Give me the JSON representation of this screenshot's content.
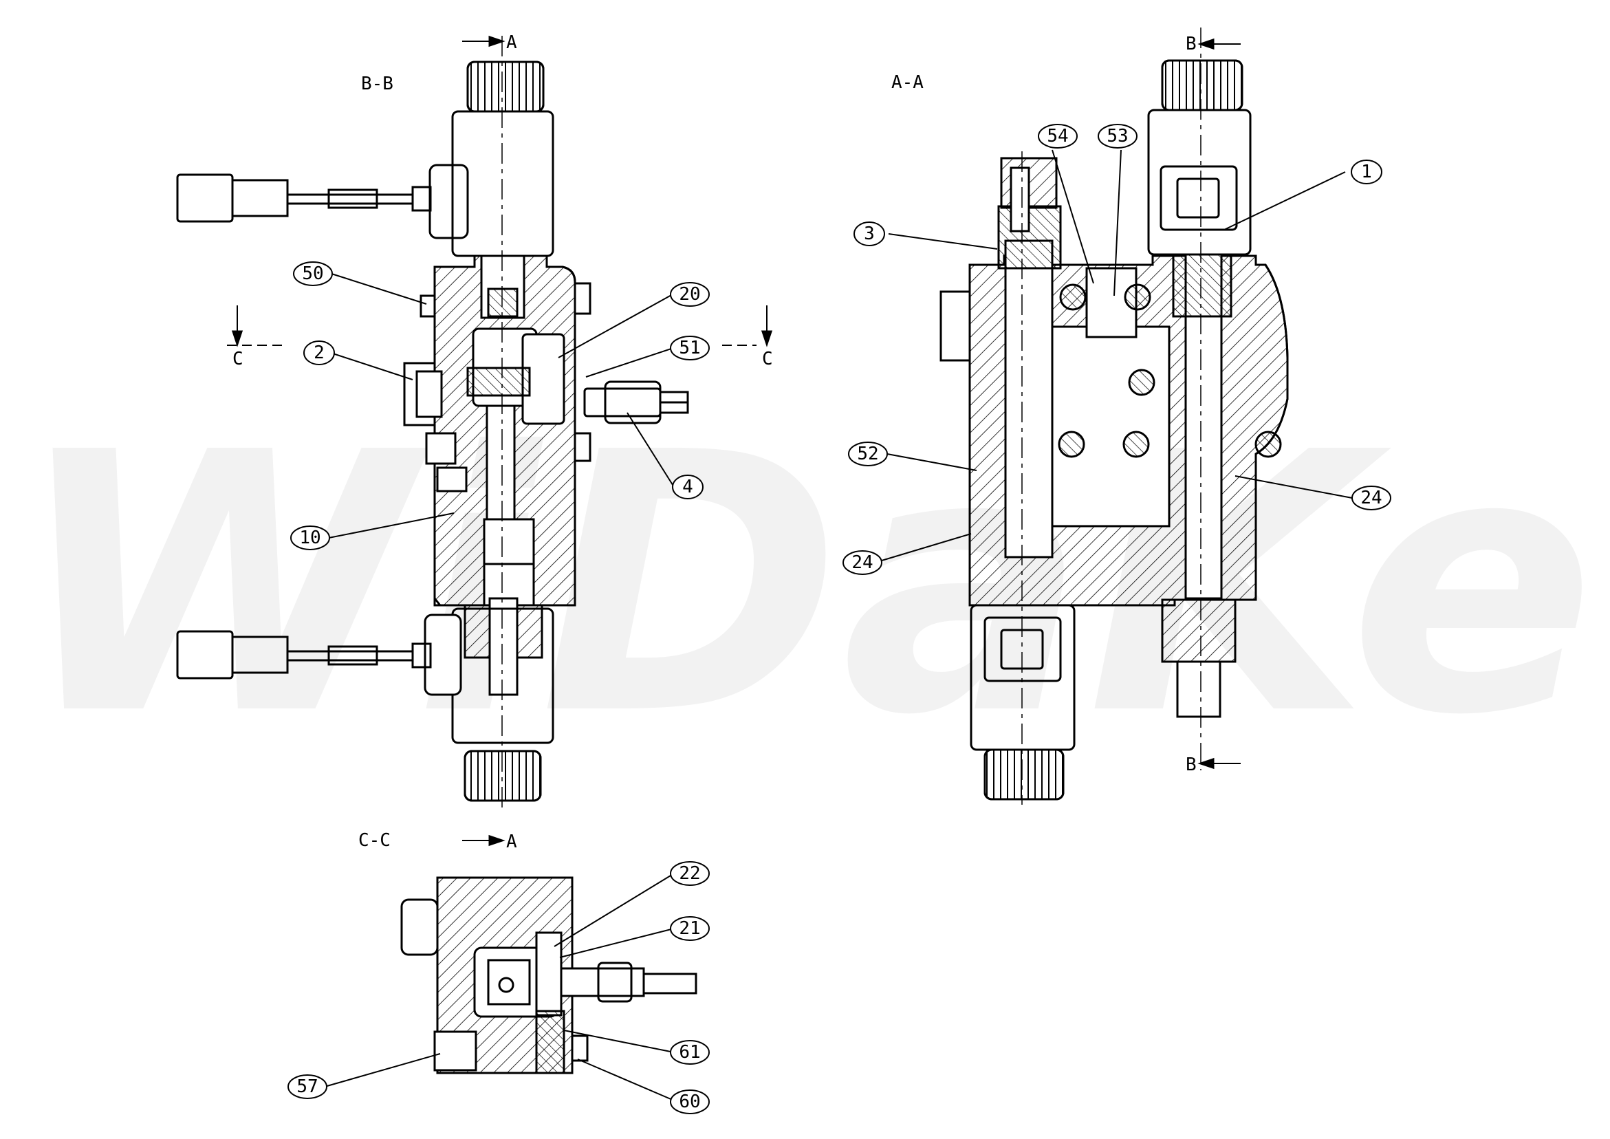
{
  "watermark": "WiDaKe",
  "sections": {
    "bb": "B-B",
    "aa": "A-A",
    "cc": "C-C"
  },
  "cut_markers": {
    "a": "A",
    "b": "B",
    "c": "C"
  },
  "balloons": [
    {
      "id": "50",
      "text": "50"
    },
    {
      "id": "2",
      "text": "2"
    },
    {
      "id": "10",
      "text": "10"
    },
    {
      "id": "20",
      "text": "20"
    },
    {
      "id": "51",
      "text": "51"
    },
    {
      "id": "4",
      "text": "4"
    },
    {
      "id": "54",
      "text": "54"
    },
    {
      "id": "53",
      "text": "53"
    },
    {
      "id": "1",
      "text": "1"
    },
    {
      "id": "3",
      "text": "3"
    },
    {
      "id": "52",
      "text": "52"
    },
    {
      "id": "24a",
      "text": "24"
    },
    {
      "id": "24b",
      "text": "24"
    },
    {
      "id": "22",
      "text": "22"
    },
    {
      "id": "21",
      "text": "21"
    },
    {
      "id": "61",
      "text": "61"
    },
    {
      "id": "57",
      "text": "57"
    },
    {
      "id": "60",
      "text": "60"
    }
  ],
  "colors": {
    "line": "#000000",
    "hatch": "#000000",
    "watermark": "#f2f2f2",
    "background": "#ffffff"
  }
}
